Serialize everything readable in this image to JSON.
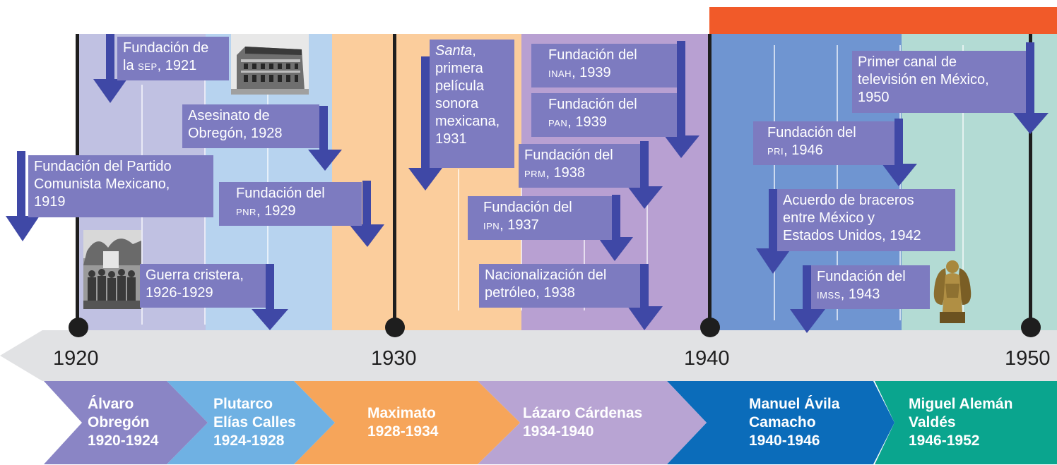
{
  "colors": {
    "obregon": "#c0c1e2",
    "calles": "#b7d3ef",
    "maximato": "#fbcd9c",
    "cardenas": "#b8a0d2",
    "avila": "#6f95d1",
    "aleman": "#b3dbd4",
    "red_bar": "#f15a29",
    "event_box": "#7d7bc0",
    "event_arrow": "#3f48a6",
    "timeline_arrow": "#e1e2e4"
  },
  "years": [
    {
      "label": "1920",
      "value": 1920
    },
    {
      "label": "1930",
      "value": 1930
    },
    {
      "label": "1940",
      "value": 1940
    },
    {
      "label": "1950",
      "value": 1950
    }
  ],
  "events": {
    "sep": {
      "l1": "Fundación de",
      "l2a": "la ",
      "l2sc": "SEP",
      "l2b": ", 1921"
    },
    "obregon_murder": {
      "l1": "Asesinato de",
      "l2": "Obregón, 1928"
    },
    "pcm": {
      "l1": "Fundación del Partido",
      "l2": "Comunista Mexicano,",
      "l3": "1919"
    },
    "pnr": {
      "l1": "Fundación del",
      "l2sc": "PNR",
      "l2b": ", 1929"
    },
    "cristera": {
      "l1": "Guerra cristera,",
      "l2": "1926-1929"
    },
    "santa": {
      "l1i": "Santa",
      "l1b": ",",
      "l2": "primera",
      "l3": "película",
      "l4": "sonora",
      "l5": "mexicana,",
      "l6": "1931"
    },
    "inah": {
      "l1": "Fundación del",
      "l2sc": "INAH",
      "l2b": ", 1939"
    },
    "pan": {
      "l1": "Fundación del",
      "l2sc": "PAN",
      "l2b": ", 1939"
    },
    "prm": {
      "l1": "Fundación del",
      "l2sc": "PRM",
      "l2b": ", 1938"
    },
    "ipn": {
      "l1": "Fundación del",
      "l2sc": "IPN",
      "l2b": ", 1937"
    },
    "petroleo": {
      "l1": "Nacionalización del",
      "l2": "petróleo, 1938"
    },
    "tv": {
      "l1": "Primer canal de",
      "l2": "televisión en México,",
      "l3": "1950"
    },
    "pri": {
      "l1": "Fundación del",
      "l2sc": "PRI",
      "l2b": ", 1946"
    },
    "braceros": {
      "l1": "Acuerdo de braceros",
      "l2": "entre México y",
      "l3": "Estados Unidos, 1942"
    },
    "imss": {
      "l1": "Fundación del",
      "l2sc": "IMSS",
      "l2b": ", 1943"
    }
  },
  "periods": [
    {
      "name_1": "Álvaro",
      "name_2": "Obregón",
      "years": "1920-1924",
      "color": "#8a85c5"
    },
    {
      "name_1": "Plutarco",
      "name_2": "Elías Calles",
      "years": "1924-1928",
      "color": "#6fb1e3"
    },
    {
      "name_1": "Maximato",
      "years": "1928-1934",
      "color": "#f6a55a"
    },
    {
      "name_1": "Lázaro Cárdenas",
      "years": "1934-1940",
      "color": "#b8a4d3"
    },
    {
      "name_1": "Manuel Ávila",
      "name_2": "Camacho",
      "years": "1940-1946",
      "color": "#0b6cba"
    },
    {
      "name_1": "Miguel Alemán",
      "name_2": "Valdés",
      "years": "1946-1952",
      "color": "#0aa58e"
    }
  ]
}
